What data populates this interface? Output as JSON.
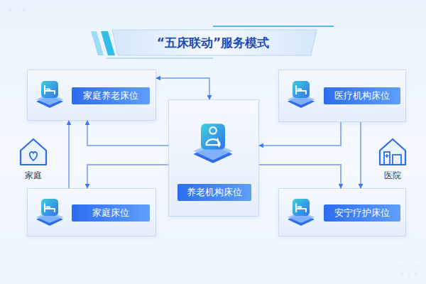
{
  "diagram": {
    "title": "“五床联动”服务模式",
    "nodes": [
      {
        "text": [
          "家庭养老床位"
        ]
      },
      {
        "text": [
          "医疗机构床位"
        ]
      },
      {
        "text": [
          "家庭"
        ]
      },
      {
        "text": [
          "养老机构床位"
        ]
      },
      {
        "text": [
          "医院"
        ]
      },
      {
        "text": [
          "家庭床位"
        ]
      },
      {
        "text": [
          "安宁疗护床位"
        ]
      }
    ],
    "edges": [
      {
        "from": 0,
        "to": 3,
        "arrow": "both"
      },
      {
        "from": 3,
        "to": 0,
        "arrow": "to"
      },
      {
        "from": 3,
        "to": 5,
        "arrow": "to"
      },
      {
        "from": 5,
        "to": 0,
        "arrow": "to"
      },
      {
        "from": 1,
        "to": 3,
        "arrow": "to"
      },
      {
        "from": 3,
        "to": 6,
        "arrow": "to"
      },
      {
        "from": 1,
        "to": 6,
        "arrow": "to"
      }
    ]
  }
}
